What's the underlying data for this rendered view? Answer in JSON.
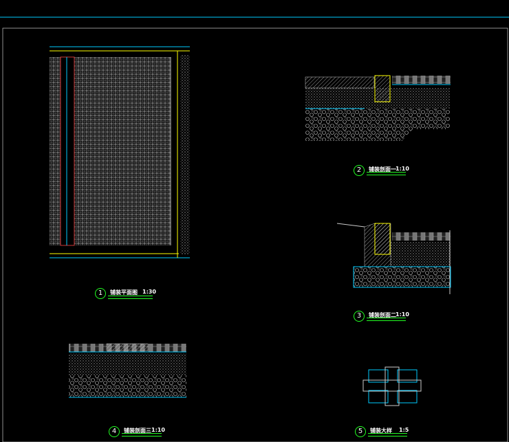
{
  "views": [
    {
      "number": "1",
      "title": "铺装平面图",
      "scale": "1:30"
    },
    {
      "number": "2",
      "title": "铺装剖面一",
      "scale": "1:10"
    },
    {
      "number": "3",
      "title": "铺装剖面二",
      "scale": "1:10"
    },
    {
      "number": "4",
      "title": "铺装剖面三",
      "scale": "1:10"
    },
    {
      "number": "5",
      "title": "铺装大样",
      "scale": "1:5"
    }
  ],
  "colors": {
    "background": "#000000",
    "frame": "#00ffff",
    "title_line": "#22ff22",
    "curb": "#ffff00",
    "hatch": "#ffffff"
  }
}
